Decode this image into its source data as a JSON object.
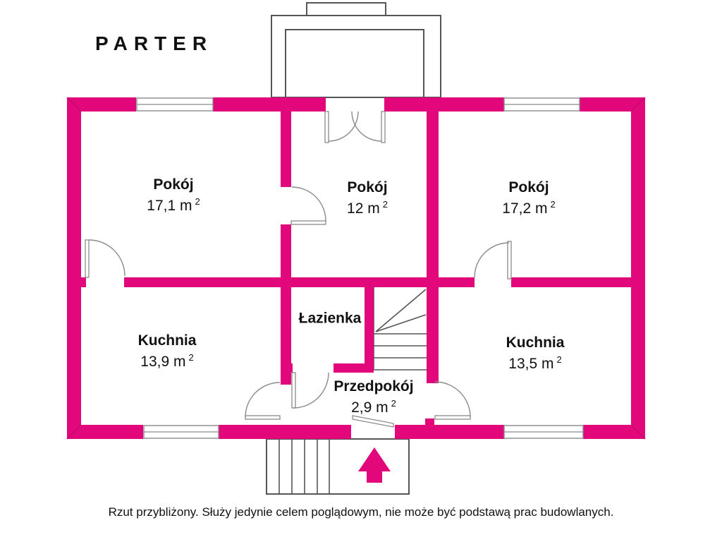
{
  "title": "PARTER",
  "disclaimer": "Rzut przybliżony. Służy jedynie celem poglądowym, nie może być podstawą prac budowlanych.",
  "rooms": [
    {
      "name": "Pokój",
      "area": "17,1 m",
      "area_sup": "2"
    },
    {
      "name": "Pokój",
      "area": "12 m",
      "area_sup": "2"
    },
    {
      "name": "Pokój",
      "area": "17,2 m",
      "area_sup": "2"
    },
    {
      "name": "Kuchnia",
      "area": "13,9 m",
      "area_sup": "2"
    },
    {
      "name": "Łazienka",
      "area": "",
      "area_sup": ""
    },
    {
      "name": "Kuchnia",
      "area": "13,5 m",
      "area_sup": "2"
    },
    {
      "name": "Przedpokój",
      "area": "2,9 m",
      "area_sup": "2"
    }
  ],
  "icons": {
    "entrance_arrow": "arrow-up"
  },
  "colors": {
    "wall": "#e2087c",
    "line": "#555555",
    "frame": "#8a8a8a",
    "text": "#111111",
    "bg": "#ffffff"
  }
}
